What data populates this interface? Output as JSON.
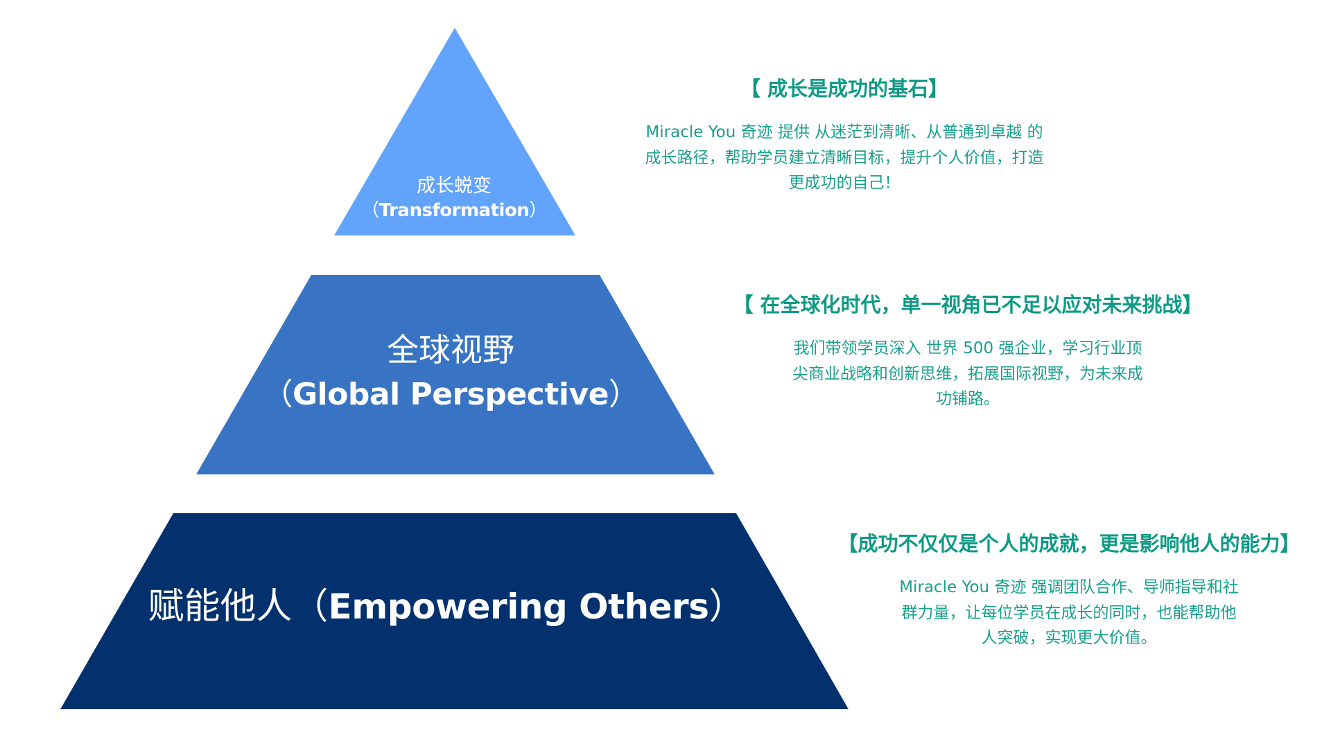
{
  "colors": {
    "tier1_fill": "#62a4fb",
    "tier2_fill": "#3874c3",
    "tier3_fill": "#02316e",
    "label_text": "#ffffff",
    "heading_text": "#0d9a85",
    "body_text": "#1a9f8c",
    "background": "#ffffff"
  },
  "pyramid": {
    "tiers": [
      {
        "level": "top",
        "title_cn": "成长蜕变",
        "paren_open": "（",
        "title_en": "Transformation",
        "paren_close": "）"
      },
      {
        "level": "middle",
        "title_cn": "全球视野",
        "paren_open": "（",
        "title_en": "Global Perspective",
        "paren_close": "）"
      },
      {
        "level": "bottom",
        "title_cn": "赋能他人",
        "paren_open": "（",
        "title_en": "Empowering Others",
        "paren_close": "）"
      }
    ]
  },
  "descriptions": [
    {
      "heading": "【 成长是成功的基石】",
      "lines": [
        "Miracle You 奇迹 提供 从迷茫到清晰、从普通到卓越 的",
        "成长路径，帮助学员建立清晰目标，提升个人价值，打造",
        "更成功的自己！"
      ]
    },
    {
      "heading": "【 在全球化时代，单一视角已不足以应对未来挑战】",
      "lines": [
        "我们带领学员深入 世界 500 强企业，学习行业顶",
        "尖商业战略和创新思维，拓展国际视野，为未来成",
        "功铺路。"
      ]
    },
    {
      "heading": "【成功不仅仅是个人的成就，更是影响他人的能力】",
      "lines": [
        "Miracle You 奇迹 强调团队合作、导师指导和社",
        "群力量，让每位学员在成长的同时，也能帮助他",
        "人突破，实现更大价值。"
      ]
    }
  ]
}
